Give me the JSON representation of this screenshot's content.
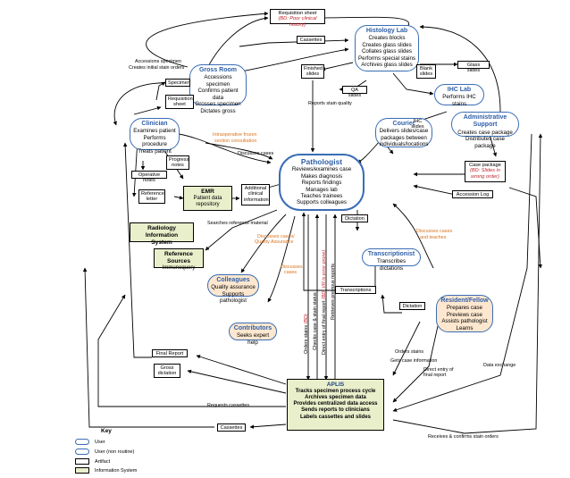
{
  "nodes": {
    "pathologist": {
      "title": "Pathologist",
      "lines": [
        "Reviews/examines case",
        "Makes diagnosis",
        "Reports findings",
        "Manages lab",
        "Teaches trainees",
        "Supports colleagues"
      ]
    },
    "gross_room": {
      "title": "Gross Room",
      "lines": [
        "Accessions specimen",
        "Confirms patient data",
        "Grosses specimen",
        "Dictates gross"
      ]
    },
    "histology_lab": {
      "title": "Histology Lab",
      "lines": [
        "Creates blocks",
        "Creates glass slides",
        "Collates glass slides",
        "Performs special stains",
        "Archives glass slides"
      ]
    },
    "ihc_lab": {
      "title": "IHC Lab",
      "lines": [
        "Performs IHC stains"
      ]
    },
    "administrative_support": {
      "title": "Administrative Support",
      "lines": [
        "Creates case package",
        "Distributes case package"
      ]
    },
    "courier": {
      "title": "Courier",
      "lines": [
        "Delivers slides/case",
        "packages between",
        "individuals/locations"
      ]
    },
    "clinician": {
      "title": "Clinician",
      "lines": [
        "Examines patient",
        "Performs procedure",
        "Treats patient"
      ]
    },
    "transcriptionist": {
      "title": "Transcriptionist",
      "lines": [
        "Transcribes dictations"
      ]
    },
    "colleagues": {
      "title": "Colleagues",
      "lines": [
        "Quality assurance",
        "Supports pathologist"
      ]
    },
    "contributors": {
      "title": "Contributors",
      "lines": [
        "Seeks expert help"
      ]
    },
    "resident": {
      "title": "Resident/Fellow",
      "lines": [
        "Prepares case",
        "Previews case",
        "Assists pathologist",
        "Learns"
      ]
    }
  },
  "systems": {
    "emr": {
      "title": "EMR",
      "lines": [
        "Patient data",
        "repository"
      ]
    },
    "ris": {
      "title": "Radiology Information",
      "title2": "System"
    },
    "refs": {
      "title": "Reference",
      "title2": "Sources",
      "sub": "Immunoquery"
    },
    "aplis": {
      "title": "APLIS",
      "lines": [
        "Tracks specimen process cycle",
        "Archives specimen data",
        "Provides centralized data access",
        "Sends reports to clinicians",
        "Labels cassettes and slides"
      ]
    }
  },
  "artifacts": {
    "req_top_1": "Requisition sheet",
    "req_top_2": "(BD: Poor clinical history)",
    "cassettes_top": "Cassettes",
    "specimen": "Specimen",
    "req_sheet_1": "Requisition",
    "req_sheet_2": "sheet",
    "finished_slides_1": "Finished",
    "finished_slides_2": "slides",
    "blank_slides_1": "Blank",
    "blank_slides_2": "slides",
    "glass_slides": "Glass slides",
    "qa_slides": "QA slides",
    "ihc_slides": "IHC slides",
    "progress_notes_1": "Progress",
    "progress_notes_2": "notes",
    "operative_notes": "Operative notes",
    "reference_letter_1": "Reference",
    "reference_letter_2": "letter",
    "add_clin_info_1": "Additional",
    "add_clin_info_2": "clinical",
    "add_clin_info_3": "information",
    "case_package_1": "Case package",
    "case_package_2": "(BD: Slides in",
    "case_package_3": "wrong order)",
    "accession_log": "Accession Log",
    "dictation_1": "Dictation",
    "transcriptions": "Transcriptions",
    "dictation_2": "Dictation",
    "final_report": "Final Report",
    "gross_dictation_1": "Gross",
    "gross_dictation_2": "dictation",
    "cassettes_bottom": "Cassettes"
  },
  "labels": {
    "accessions_specimen": "Accessions specimen",
    "creates_initial": "Creates initial stain orders",
    "reports_stain_quality": "Reports stain quality",
    "intraop_1": "Intraoperative frozen",
    "intraop_2": "section consultation",
    "discusses_cases_1": "Discusses cases",
    "searches_ref": "Searches reference material",
    "discusses_qa_1": "Discusses cases/",
    "discusses_qa_2": "Quality Assurance",
    "discusses_cases_2a": "Discusses",
    "discusses_cases_2b": "cases",
    "discusses_teaches_1": "Discusses cases",
    "discusses_teaches_2": "and teaches",
    "orders_stains_1": "Orders stains",
    "gets_case_info": "Gets case information",
    "direct_entry_1": "Direct entry of",
    "direct_entry_2": "final report",
    "data_exchange": "Data exchange",
    "requests_cassettes": "Requests cassettes",
    "receives_confirms": "Receives & confirms stain orders",
    "v_orders_stains": "Orders stains",
    "v_orders_stains_bd": "(BD)",
    "v_checks": "Checks case & stain status",
    "v_direct_entry": "Direct entry of final report",
    "v_direct_entry_bd": "(BD: VR is error prone)",
    "v_retrieves": "Retrieves previous reports"
  },
  "key": {
    "title": "Key",
    "items": [
      "User",
      "User (non routine)",
      "Artifact",
      "Information System"
    ]
  },
  "colors": {
    "user_border": "#3a6db5",
    "nonroutine_fill": "#fde7cf",
    "system_fill": "#e9efcb",
    "orange_label": "#d9731e",
    "bottleneck_red": "#c0262b"
  }
}
